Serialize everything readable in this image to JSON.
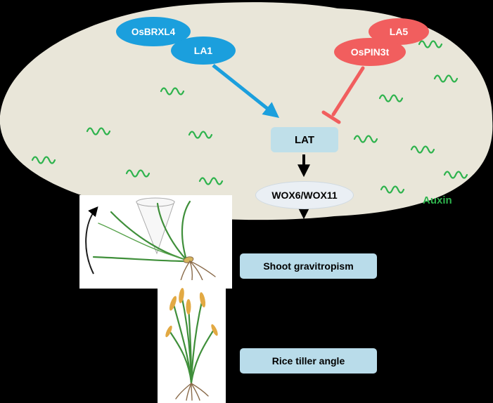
{
  "diagram": {
    "nodes": {
      "osbrxl4": "OsBRXL4",
      "la1": "LA1",
      "la5": "LA5",
      "ospin3t": "OsPIN3t",
      "lat": "LAT",
      "wox": "WOX6/WOX11"
    },
    "outputs": {
      "shoot_gravitropism": "Shoot gravitropism",
      "rice_tiller_angle": "Rice tiller angle"
    },
    "annotations": {
      "auxin": "Auxin"
    },
    "colors": {
      "background": "#000000",
      "cell_fill": "#e9e6d9",
      "activator_blue": "#1b9fdd",
      "inhibitor_red": "#f15e5e",
      "lat_box_fill": "#bfdfe9",
      "wox_fill": "#eaeff4",
      "outcome_fill": "#b9dcea",
      "auxin_green": "#2eb34d"
    }
  }
}
